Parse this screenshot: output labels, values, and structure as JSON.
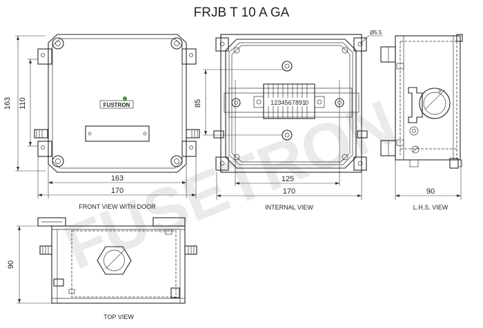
{
  "title": "FRJB T 10 A GA",
  "watermark": "FUSETRON",
  "brand_label": "FUSTRON",
  "hole_label": "Ø5.5",
  "terminal_numbers": "1 2 3 4 5 6 7 8 9 10",
  "views": {
    "front": "FRONT VIEW WITH DOOR",
    "internal": "INTERNAL VIEW",
    "lhs": "L.H.S. VIEW",
    "top": "TOP VIEW"
  },
  "dimensions": {
    "front_height_outer": "163",
    "front_height_inner": "110",
    "front_width_inner": "163",
    "front_width_outer": "170",
    "internal_height": "85",
    "internal_width_inner": "125",
    "internal_width_outer": "170",
    "lhs_width": "90",
    "top_height": "90"
  }
}
